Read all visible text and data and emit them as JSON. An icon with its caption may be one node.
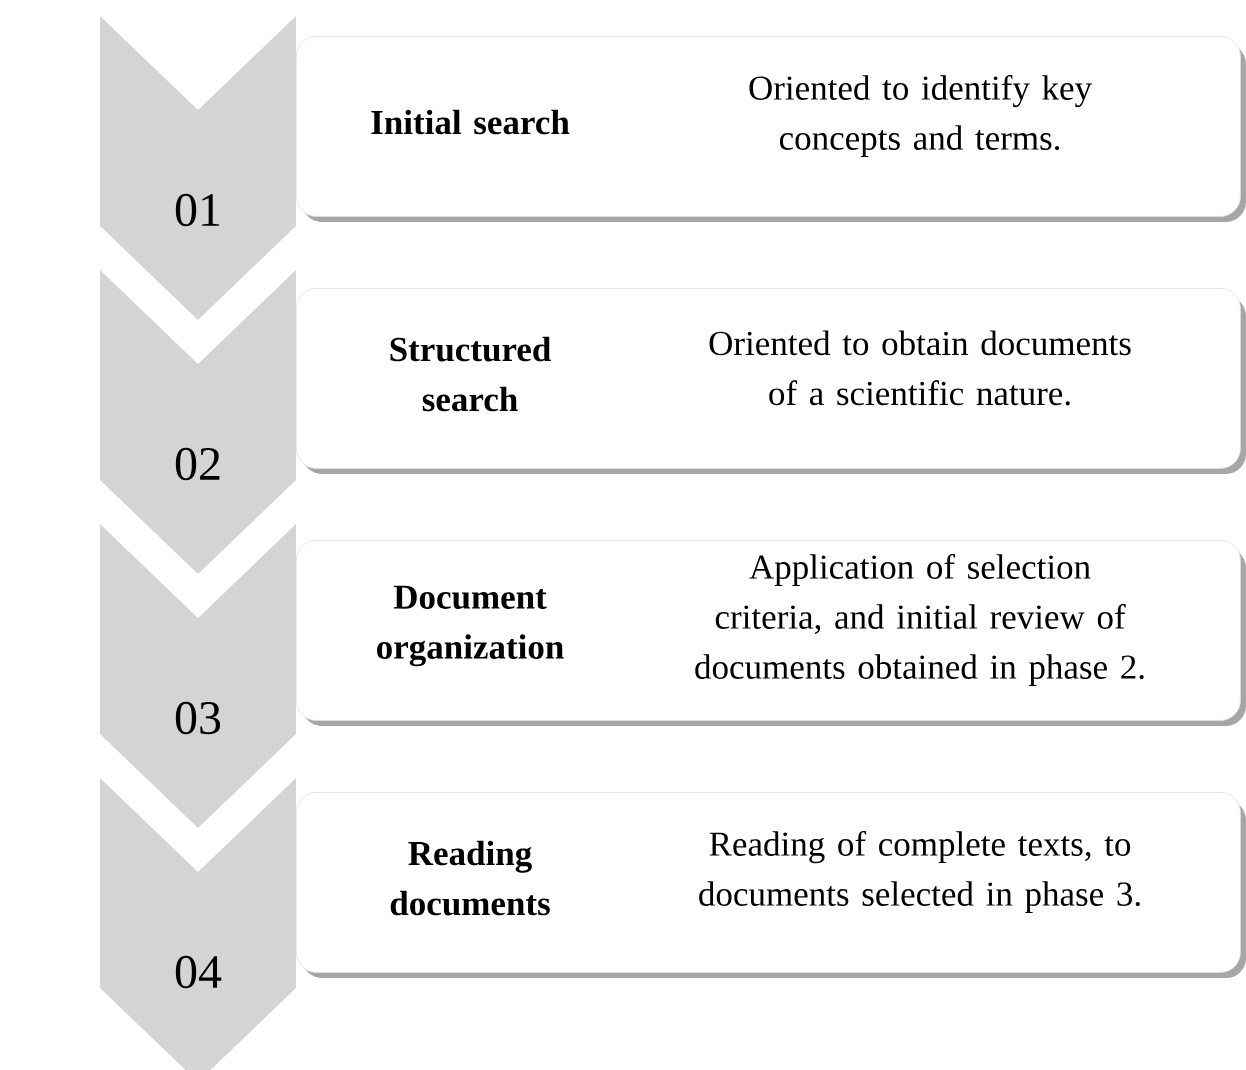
{
  "diagram": {
    "nodes": [
      {
        "text": [
          "01"
        ]
      },
      {
        "text": [
          "Initial search",
          "Oriented to identify key concepts and terms."
        ]
      },
      {
        "text": [
          "02"
        ]
      },
      {
        "text": [
          "Structured search",
          "Oriented to obtain documents of a scientific nature."
        ]
      },
      {
        "text": [
          "03"
        ]
      },
      {
        "text": [
          "Document organization",
          "Application of selection criteria, and initial review of documents obtained in phase 2."
        ]
      },
      {
        "text": [
          "04"
        ]
      },
      {
        "text": [
          "Reading documents",
          "Reading of complete texts, to documents selected in phase 3."
        ]
      }
    ]
  }
}
